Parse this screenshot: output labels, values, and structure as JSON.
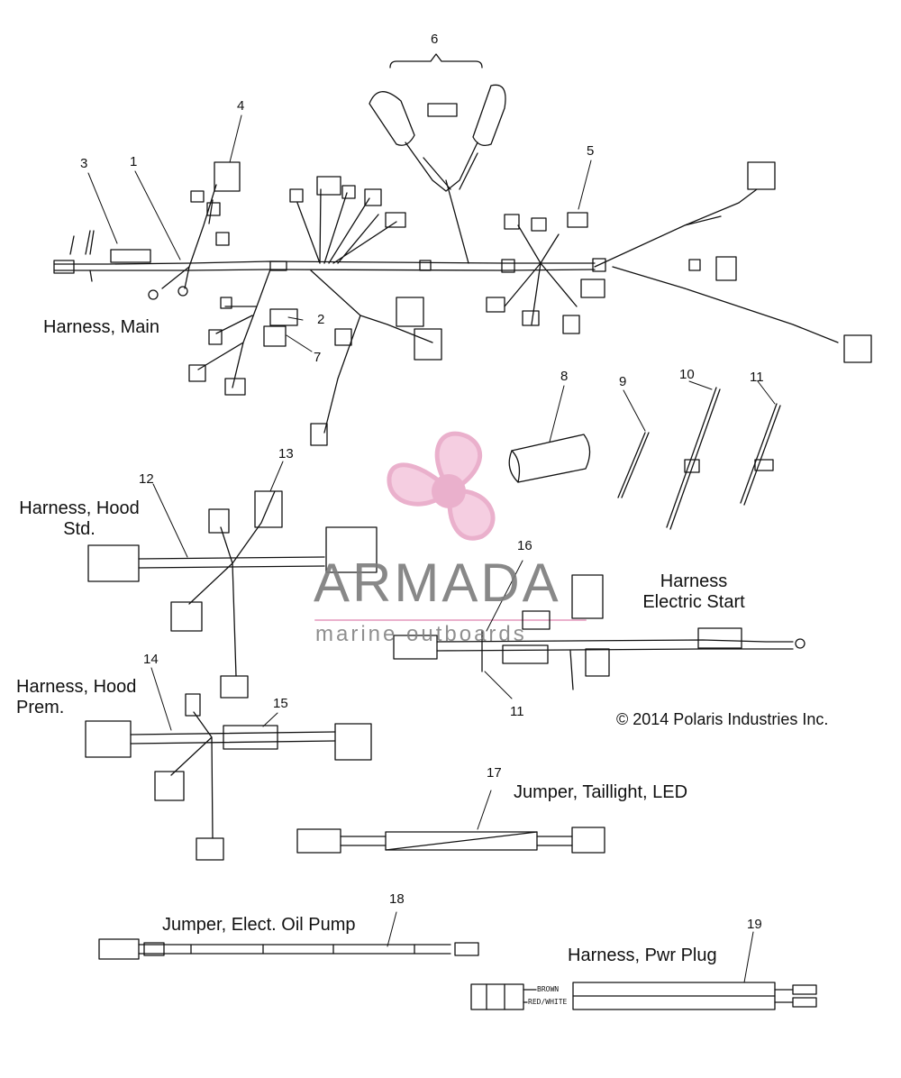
{
  "labels": {
    "harness_main": "Harness, Main",
    "harness_hood_std": "Harness, Hood\nStd.",
    "harness_hood_prem": "Harness, Hood\nPrem.",
    "harness_electric_start": "Harness\nElectric Start",
    "jumper_taillight": "Jumper, Taillight, LED",
    "jumper_oil_pump": "Jumper, Elect. Oil Pump",
    "harness_pwr_plug": "Harness, Pwr Plug"
  },
  "callouts": {
    "n1": "1",
    "n2": "2",
    "n3": "3",
    "n4": "4",
    "n5": "5",
    "n6": "6",
    "n7": "7",
    "n8": "8",
    "n9": "9",
    "n10": "10",
    "n11a": "11",
    "n11b": "11",
    "n12": "12",
    "n13": "13",
    "n14": "14",
    "n15": "15",
    "n16": "16",
    "n17": "17",
    "n18": "18",
    "n19": "19"
  },
  "wire_tags": {
    "brown": "BROWN",
    "red_white": "RED/WHITE"
  },
  "copyright": "© 2014 Polaris Industries Inc.",
  "watermark": {
    "word": "ARMADA",
    "sub": "marine outboards"
  },
  "colors": {
    "line": "#111111",
    "watermark_pink": "#e7a3c4",
    "watermark_gray": "#7c7c7c"
  }
}
